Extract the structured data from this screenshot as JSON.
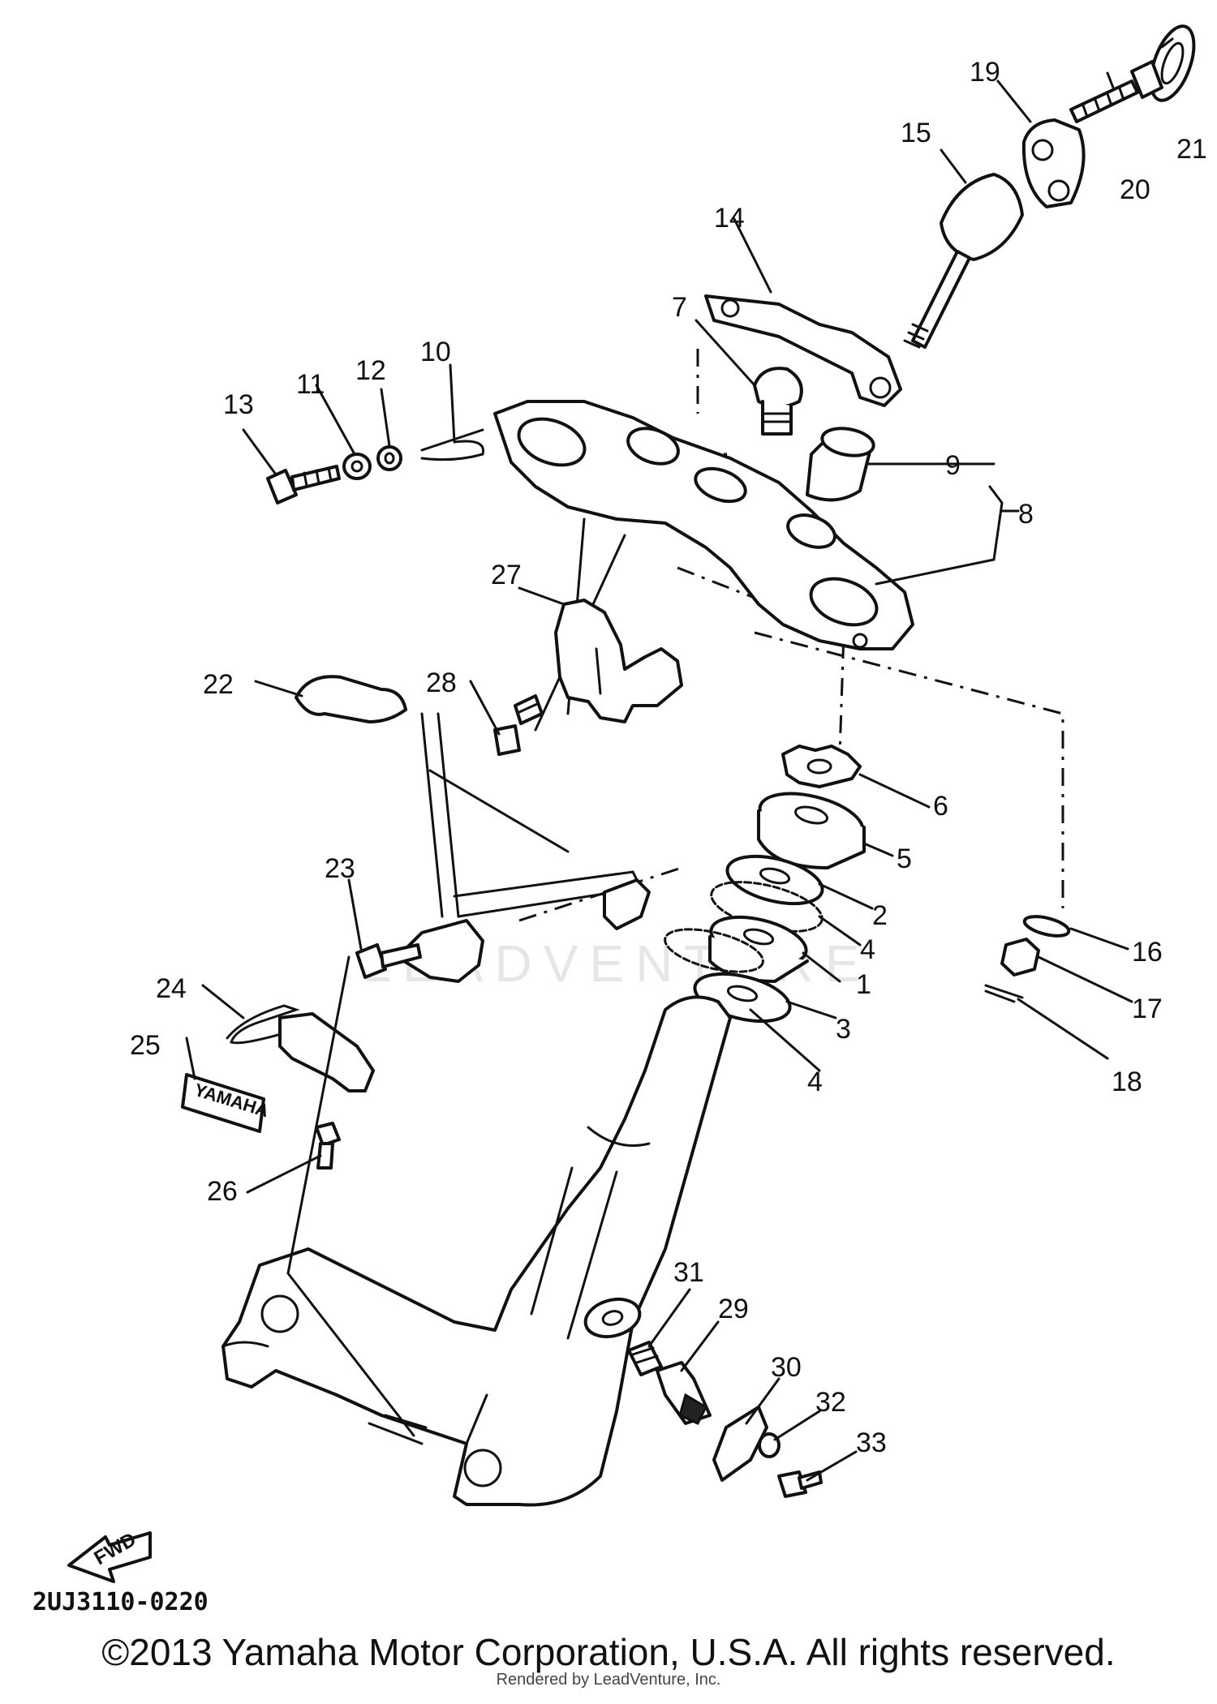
{
  "callouts": [
    {
      "id": "c1",
      "label": "1"
    },
    {
      "id": "c2",
      "label": "2"
    },
    {
      "id": "c3",
      "label": "3"
    },
    {
      "id": "c4a",
      "label": "4"
    },
    {
      "id": "c4b",
      "label": "4"
    },
    {
      "id": "c5",
      "label": "5"
    },
    {
      "id": "c6",
      "label": "6"
    },
    {
      "id": "c7",
      "label": "7"
    },
    {
      "id": "c8",
      "label": "8"
    },
    {
      "id": "c9",
      "label": "9"
    },
    {
      "id": "c10",
      "label": "10"
    },
    {
      "id": "c11",
      "label": "11"
    },
    {
      "id": "c12",
      "label": "12"
    },
    {
      "id": "c13",
      "label": "13"
    },
    {
      "id": "c14",
      "label": "14"
    },
    {
      "id": "c15",
      "label": "15"
    },
    {
      "id": "c16",
      "label": "16"
    },
    {
      "id": "c17",
      "label": "17"
    },
    {
      "id": "c18",
      "label": "18"
    },
    {
      "id": "c19",
      "label": "19"
    },
    {
      "id": "c20",
      "label": "20"
    },
    {
      "id": "c21",
      "label": "21"
    },
    {
      "id": "c22",
      "label": "22"
    },
    {
      "id": "c23",
      "label": "23"
    },
    {
      "id": "c24",
      "label": "24"
    },
    {
      "id": "c25",
      "label": "25"
    },
    {
      "id": "c26",
      "label": "26"
    },
    {
      "id": "c27",
      "label": "27"
    },
    {
      "id": "c28",
      "label": "28"
    },
    {
      "id": "c29",
      "label": "29"
    },
    {
      "id": "c30",
      "label": "30"
    },
    {
      "id": "c31",
      "label": "31"
    },
    {
      "id": "c32",
      "label": "32"
    },
    {
      "id": "c33",
      "label": "33"
    }
  ],
  "emblem_text": "YAMAHA",
  "fwd_text": "FWD",
  "diagram_code": "2UJ3110-0220",
  "copyright": "©2013 Yamaha Motor Corporation, U.S.A. All rights reserved.",
  "rendered_by": "Rendered by LeadVenture, Inc.",
  "watermark": "LEADVENTURE"
}
